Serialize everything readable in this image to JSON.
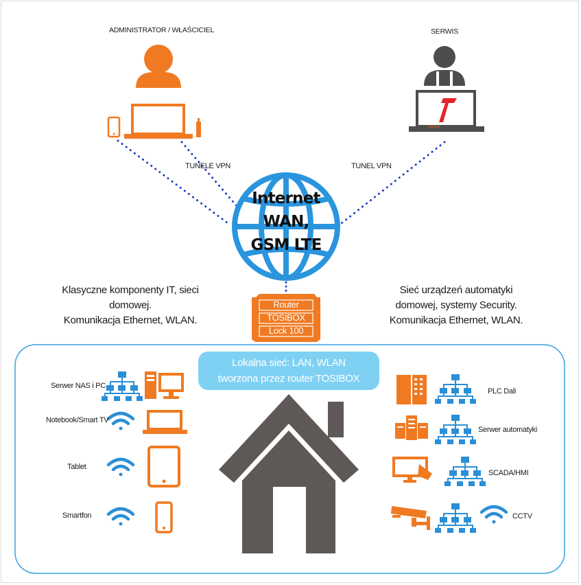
{
  "roles": {
    "admin_label": "ADMINISTRATOR / WŁAŚCICIEL",
    "service_label": "SERWIS"
  },
  "links": {
    "left_label": "TUNELE VPN",
    "right_label": "TUNEL VPN"
  },
  "internet": {
    "lines": [
      "Internet",
      "WAN,",
      "GSM LTE"
    ]
  },
  "router": {
    "lines": [
      "Router",
      "TOSIBOX",
      "Lock 100"
    ]
  },
  "left_description": {
    "lines": [
      "Klasyczne komponenty  IT, sieci",
      "domowej.",
      "Komunikacja Ethernet, WLAN."
    ]
  },
  "right_description": {
    "lines": [
      "Sieć urządzeń automatyki",
      "domowej, systemy Security.",
      "Komunikacja Ethernet, WLAN."
    ]
  },
  "local_network": {
    "lines": [
      "Lokalna sieć: LAN, WLAN",
      "tworzona przez router TOSIBOX"
    ]
  },
  "left_devices": [
    {
      "label": "Serwer NAS i PC",
      "icon": "network-topology-icon",
      "device_icon": "desktop-pc-icon"
    },
    {
      "label": "Notebook/Smart TV",
      "icon": "wifi-icon",
      "device_icon": "laptop-icon"
    },
    {
      "label": "Tablet",
      "icon": "wifi-icon",
      "device_icon": "tablet-icon"
    },
    {
      "label": "Smartfon",
      "icon": "wifi-icon",
      "device_icon": "smartphone-icon"
    }
  ],
  "right_devices": [
    {
      "label": "PLC Dali",
      "icon": "plc-cabinet-icon"
    },
    {
      "label": "Serwer automatyki",
      "icon": "server-rack-icon"
    },
    {
      "label": "SCADA/HMI",
      "icon": "touch-screen-icon"
    },
    {
      "label": "CCTV",
      "icon": "cctv-camera-icon"
    }
  ],
  "colors": {
    "orange": "#f07a22",
    "blue": "#2b8fd6",
    "dots": "#1f3fbf",
    "gray": "#5f5a58",
    "pill": "#7fd1f4",
    "house": "#5e5957"
  }
}
